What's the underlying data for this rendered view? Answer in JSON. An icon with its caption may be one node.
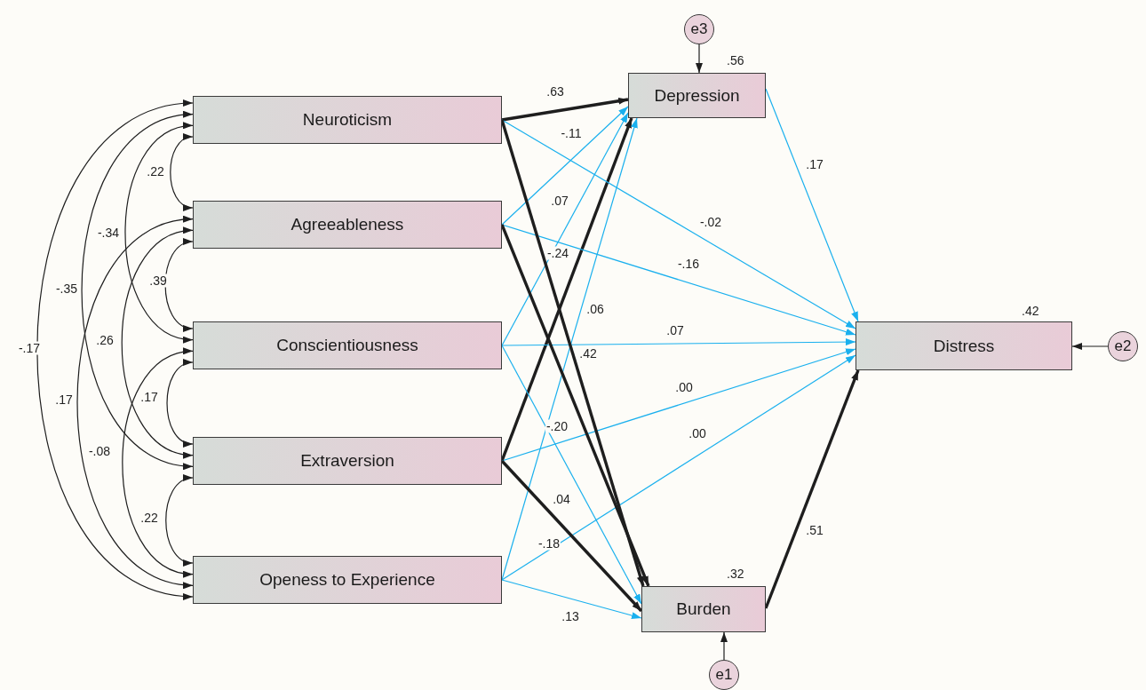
{
  "diagram": {
    "nodes": [
      {
        "text": [
          "Neuroticism"
        ]
      },
      {
        "text": [
          "Agreeableness"
        ]
      },
      {
        "text": [
          "Conscientiousness"
        ]
      },
      {
        "text": [
          "Extraversion"
        ]
      },
      {
        "text": [
          "Openess to Experience"
        ]
      },
      {
        "text": [
          "e3"
        ]
      },
      {
        "text": [
          "Depression"
        ],
        "beside": [
          ".56"
        ]
      },
      {
        "text": [
          "Distress"
        ],
        "beside": [
          ".42"
        ]
      },
      {
        "text": [
          "e2"
        ]
      },
      {
        "text": [
          "Burden"
        ],
        "beside": [
          ".32"
        ]
      },
      {
        "text": [
          "e1"
        ]
      }
    ],
    "edges": [
      {
        "from": 0,
        "to": 1,
        "arrow": "both",
        "label": ".22"
      },
      {
        "from": 0,
        "to": 2,
        "arrow": "both",
        "label": "-.34"
      },
      {
        "from": 1,
        "to": 2,
        "arrow": "both",
        "label": ".39"
      },
      {
        "from": 0,
        "to": 3,
        "arrow": "both",
        "label": "-.35"
      },
      {
        "from": 1,
        "to": 3,
        "arrow": "both",
        "label": ".26"
      },
      {
        "from": 0,
        "to": 4,
        "arrow": "both",
        "label": "-.17"
      },
      {
        "from": 2,
        "to": 3,
        "arrow": "both",
        "label": ".17"
      },
      {
        "from": 1,
        "to": 4,
        "arrow": "both",
        "label": ".17"
      },
      {
        "from": 2,
        "to": 4,
        "arrow": "both",
        "label": "-.08"
      },
      {
        "from": 3,
        "to": 4,
        "arrow": "both",
        "label": ".22"
      },
      {
        "from": 0,
        "to": 6,
        "arrow": "to",
        "label": ".63",
        "style": "thick"
      },
      {
        "from": 1,
        "to": 6,
        "arrow": "to",
        "label": "-.11",
        "color": "#1ab0ee"
      },
      {
        "from": 2,
        "to": 6,
        "arrow": "to",
        "label": ".07",
        "color": "#1ab0ee"
      },
      {
        "from": 3,
        "to": 6,
        "arrow": "to",
        "label": "-.24",
        "style": "thick"
      },
      {
        "from": 4,
        "to": 6,
        "arrow": "to",
        "label": ".06",
        "color": "#1ab0ee"
      },
      {
        "from": 0,
        "to": 7,
        "arrow": "to",
        "label": "-.02",
        "color": "#1ab0ee"
      },
      {
        "from": 1,
        "to": 7,
        "arrow": "to",
        "label": "-.16",
        "color": "#1ab0ee"
      },
      {
        "from": 2,
        "to": 7,
        "arrow": "to",
        "label": ".07",
        "color": "#1ab0ee"
      },
      {
        "from": 3,
        "to": 7,
        "arrow": "to",
        "label": ".00",
        "color": "#1ab0ee"
      },
      {
        "from": 4,
        "to": 7,
        "arrow": "to",
        "label": ".00",
        "color": "#1ab0ee"
      },
      {
        "from": 0,
        "to": 9,
        "arrow": "to",
        "label": ".42",
        "style": "thick"
      },
      {
        "from": 1,
        "to": 9,
        "arrow": "to",
        "label": "-.20",
        "style": "thick"
      },
      {
        "from": 2,
        "to": 9,
        "arrow": "to",
        "label": ".04",
        "color": "#1ab0ee"
      },
      {
        "from": 3,
        "to": 9,
        "arrow": "to",
        "label": "-.18",
        "style": "thick"
      },
      {
        "from": 4,
        "to": 9,
        "arrow": "to",
        "label": ".13",
        "color": "#1ab0ee"
      },
      {
        "from": 6,
        "to": 7,
        "arrow": "to",
        "label": ".17",
        "color": "#1ab0ee"
      },
      {
        "from": 9,
        "to": 7,
        "arrow": "to",
        "label": ".51",
        "style": "thick"
      },
      {
        "from": 5,
        "to": 6,
        "arrow": "to"
      },
      {
        "from": 8,
        "to": 7,
        "arrow": "to"
      },
      {
        "from": 10,
        "to": 9,
        "arrow": "to"
      }
    ]
  }
}
